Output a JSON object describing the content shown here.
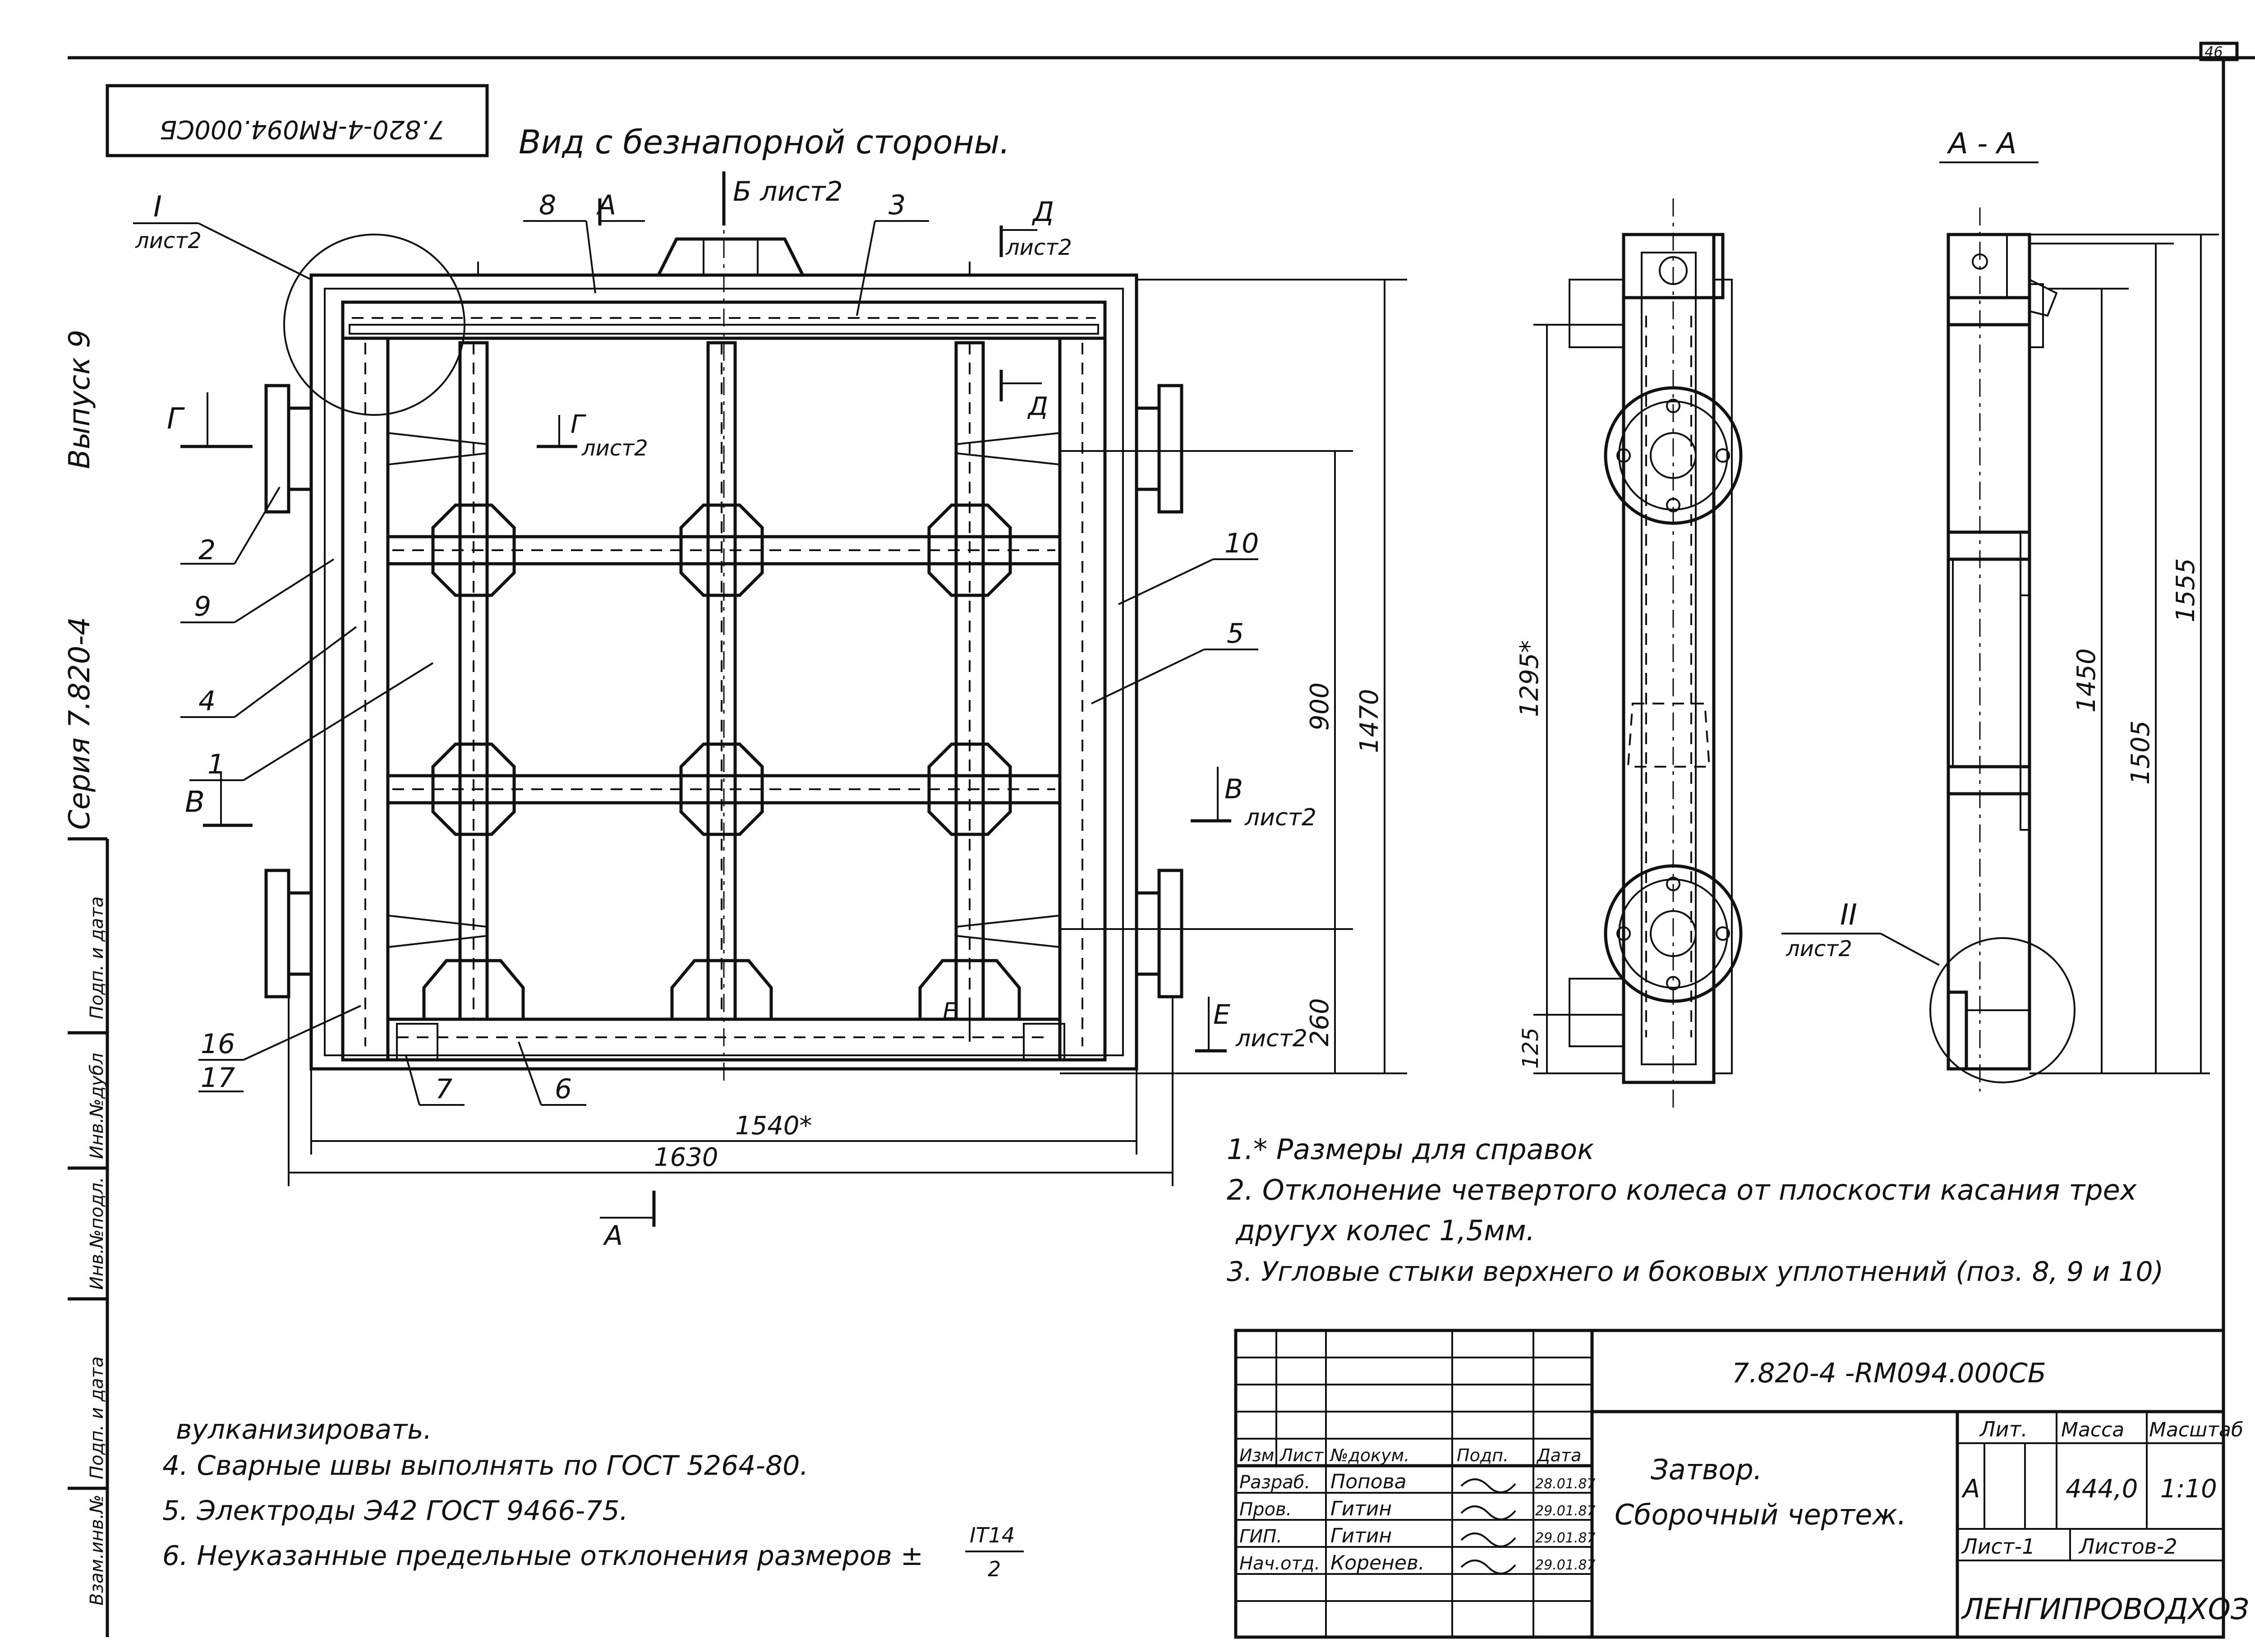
{
  "sheet": {
    "page_number": "46",
    "code_rotated": "7.820-4-RM094.000CБ",
    "left_margin": {
      "series": "Серия 7.820-4",
      "issue": "Выпуск 9",
      "stamp_cells": [
        "Взам.инв.№",
        "Подп. и дата",
        "Инв.№подл.",
        "Подп. и дата",
        "Инв.№дубл"
      ]
    }
  },
  "main_view": {
    "title": "Вид с безнапорной стороны.",
    "section_A_top": "A",
    "section_A_bottom": "A",
    "section_B_top": "Б лист2",
    "section_D_top": "Д",
    "section_D_sheet": "лист2",
    "section_D_mid": "Д",
    "section_G": "Г",
    "section_G_right": "Г",
    "section_G_sheet": "лист2",
    "section_B_left": "B",
    "section_B_right": "B",
    "section_B_sheet": "лист2",
    "section_E": "E",
    "section_E_right": "E",
    "section_E_sheet": "лист2",
    "detail_I": "I",
    "detail_I_sheet": "лист2",
    "callouts": [
      "8",
      "3",
      "2",
      "9",
      "4",
      "1",
      "16",
      "17",
      "7",
      "6",
      "10",
      "5"
    ],
    "dims": {
      "d900": "900",
      "d1470": "1470",
      "d260": "260",
      "d1540": "1540*",
      "d1630": "1630"
    }
  },
  "side_view": {
    "dims": {
      "d1295": "1295*",
      "d125": "125"
    },
    "detail_II": "II",
    "detail_II_sheet": "лист2"
  },
  "section_view": {
    "title": "A - A",
    "dims": {
      "d1450": "1450",
      "d1505": "1505",
      "d1555": "1555"
    }
  },
  "notes_right": [
    "1.* Размеры для справок",
    "2. Отклонение четвертого колеса от плоскости касания трех",
    "другух колес 1,5мм.",
    "3. Угловые стыки верхнего и боковых уплотнений (поз. 8, 9 и 10)"
  ],
  "notes_left": [
    "вулканизировать.",
    "4. Сварные швы выполнять по ГОСТ 5264-80.",
    "5. Электроды Э42 ГОСТ 9466-75.",
    "6. Неуказанные предельные отклонения размеров ±"
  ],
  "tolerance": {
    "num": "IT14",
    "den": "2"
  },
  "title_block": {
    "code": "7.820-4 -RM094.000CБ",
    "name_line1": "Затвор.",
    "name_line2": "Сборочный чертеж.",
    "headers": [
      "Изм",
      "Лист",
      "№докум.",
      "Подп.",
      "Дата"
    ],
    "rows": [
      {
        "role": "Разраб.",
        "name": "Попова",
        "date": "28.01.87"
      },
      {
        "role": "Пров.",
        "name": "Гитин",
        "date": "29.01.87"
      },
      {
        "role": "ГИП.",
        "name": "Гитин",
        "date": "29.01.87"
      },
      {
        "role": "Нач.отд.",
        "name": "Коренев.",
        "date": "29.01.87"
      }
    ],
    "lit_label": "Лит.",
    "mass_label": "Масса",
    "scale_label": "Масштаб",
    "lit_value": "A",
    "mass_value": "444,0",
    "scale_value": "1:10",
    "sheet_label": "Лист-1",
    "sheets_label": "Листов-2",
    "org": "ЛЕНГИПРОВОДХОЗ"
  }
}
